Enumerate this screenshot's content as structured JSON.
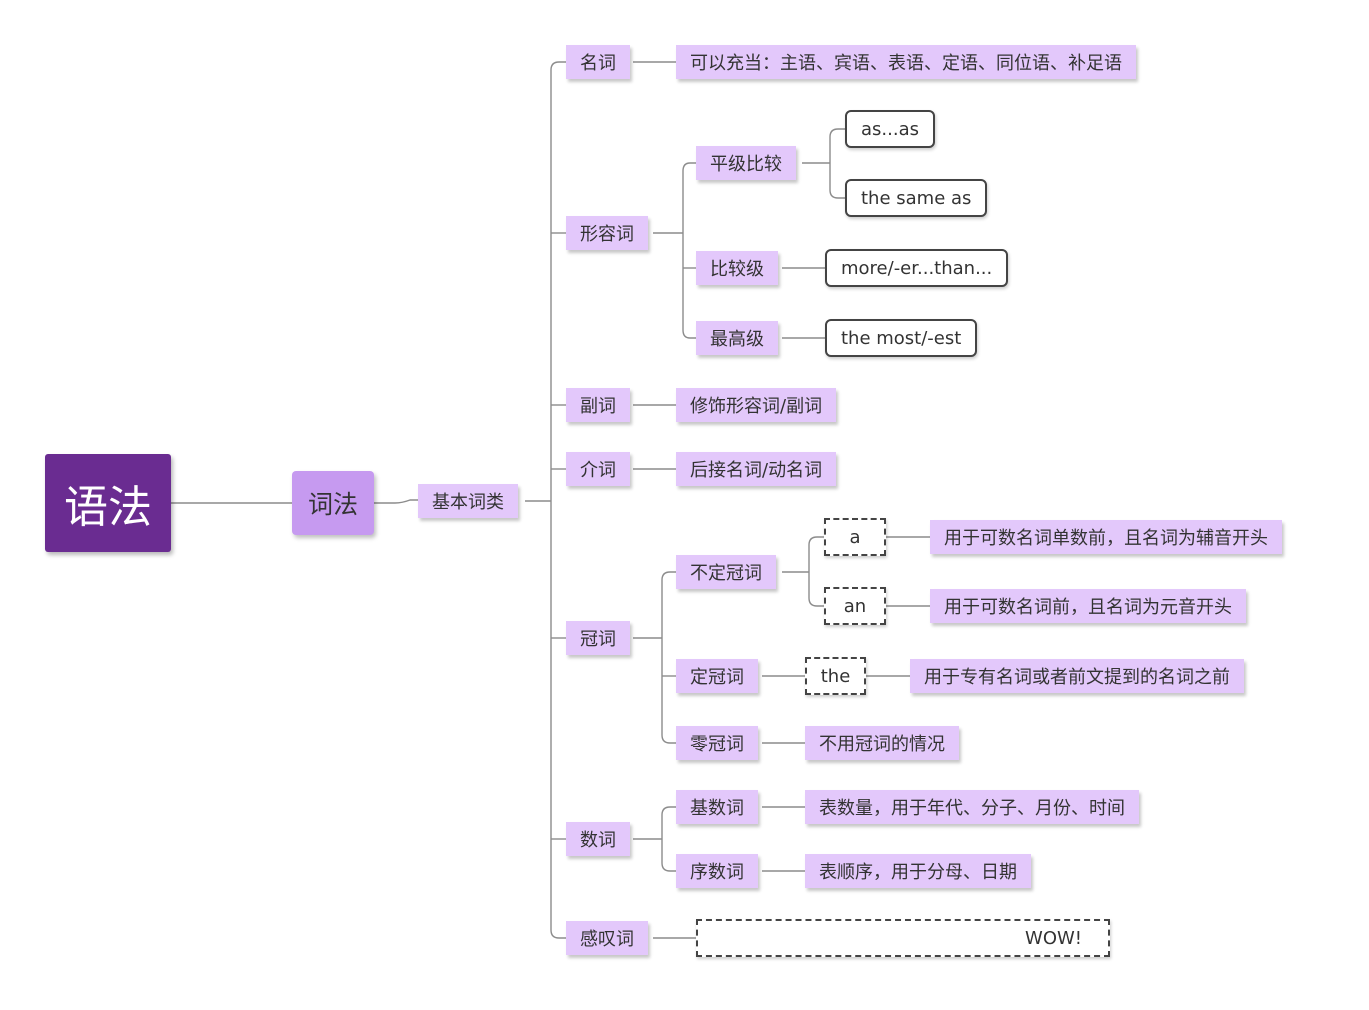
{
  "root": "语法",
  "main": "词法",
  "category": "基本词类",
  "noun": {
    "label": "名词",
    "desc": "可以充当：主语、宾语、表语、定语、同位语、补足语"
  },
  "adjective": {
    "label": "形容词",
    "equal": {
      "label": "平级比较",
      "ex1": "as...as",
      "ex2": "the same as"
    },
    "comparative": {
      "label": "比较级",
      "ex": "more/-er...than..."
    },
    "superlative": {
      "label": "最高级",
      "ex": "the most/-est"
    }
  },
  "adverb": {
    "label": "副词",
    "desc": "修饰形容词/副词"
  },
  "preposition": {
    "label": "介词",
    "desc": "后接名词/动名词"
  },
  "article": {
    "label": "冠词",
    "indefinite": {
      "label": "不定冠词",
      "a": "a",
      "a_desc": "用于可数名词单数前，且名词为辅音开头",
      "an": "an",
      "an_desc": "用于可数名词前，且名词为元音开头"
    },
    "definite": {
      "label": "定冠词",
      "the": "the",
      "the_desc": "用于专有名词或者前文提到的名词之前"
    },
    "zero": {
      "label": "零冠词",
      "desc": "不用冠词的情况"
    }
  },
  "numeral": {
    "label": "数词",
    "cardinal": {
      "label": "基数词",
      "desc": "表数量，用于年代、分子、月份、时间"
    },
    "ordinal": {
      "label": "序数词",
      "desc": "表顺序，用于分母、日期"
    }
  },
  "interjection": {
    "label": "感叹词",
    "ex": "WOW!"
  }
}
